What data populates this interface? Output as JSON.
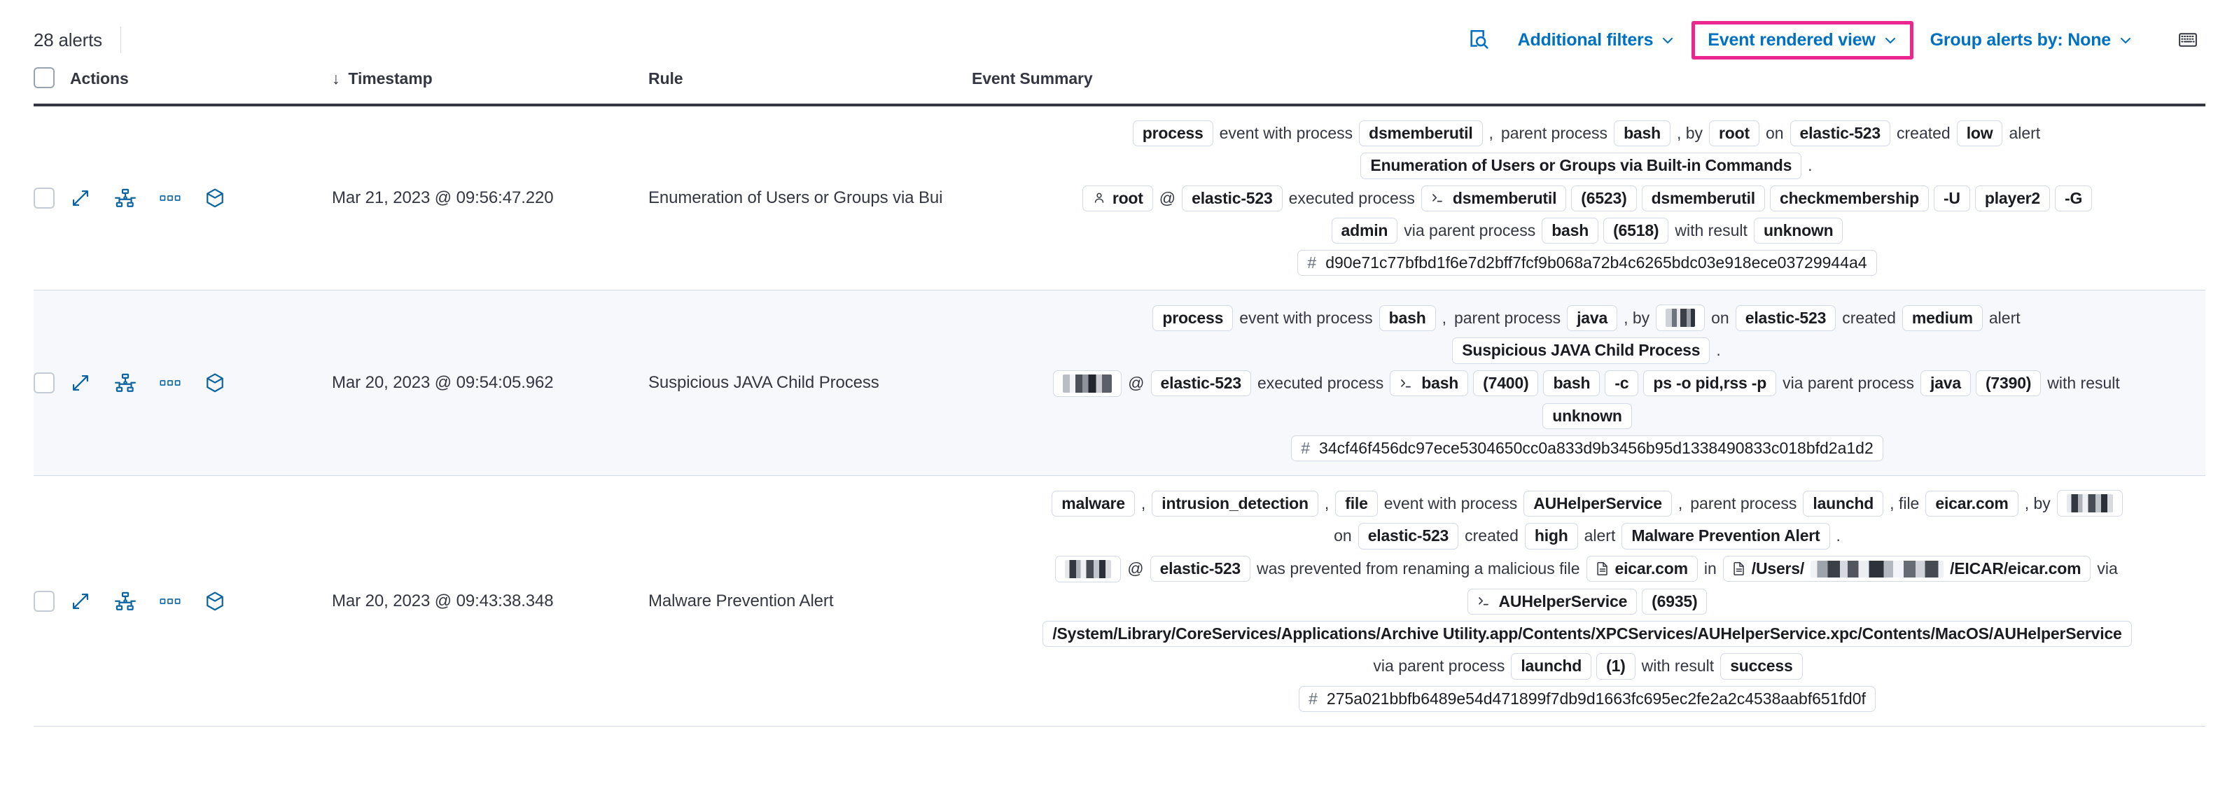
{
  "toolbar": {
    "alert_count": "28 alerts",
    "inspect_icon": "inspect-icon",
    "additional_filters": "Additional filters",
    "event_rendered_view": "Event rendered view",
    "group_alerts_by": "Group alerts by: None",
    "keyboard_icon": "keyboard-icon",
    "highlight_color": "#ec268f",
    "link_color": "#0071c2"
  },
  "table": {
    "headers": {
      "actions": "Actions",
      "timestamp": "Timestamp",
      "rule": "Rule",
      "event_summary": "Event Summary",
      "sort_indicator": "↓"
    },
    "row_actions": [
      "expand-icon",
      "analyzer-icon",
      "more-actions-icon",
      "session-view-icon"
    ],
    "rows": [
      {
        "timestamp": "Mar 21, 2023 @ 09:56:47.220",
        "rule": "Enumeration of Users or Groups via Bui",
        "summary_lines": [
          [
            {
              "t": "chip",
              "v": "process"
            },
            {
              "t": "txt",
              "v": "event with process"
            },
            {
              "t": "chip",
              "v": "dsmemberutil"
            },
            {
              "t": "txt",
              "v": ","
            },
            {
              "t": "txt",
              "v": "parent process"
            },
            {
              "t": "chip",
              "v": "bash"
            },
            {
              "t": "txt",
              "v": ", by"
            },
            {
              "t": "chip",
              "v": "root"
            },
            {
              "t": "txt",
              "v": "on"
            },
            {
              "t": "chip",
              "v": "elastic-523"
            },
            {
              "t": "txt",
              "v": "created"
            },
            {
              "t": "chip",
              "v": "low"
            },
            {
              "t": "txt",
              "v": "alert"
            }
          ],
          [
            {
              "t": "chip",
              "v": "Enumeration of Users or Groups via Built-in Commands"
            },
            {
              "t": "txt",
              "v": "."
            }
          ],
          [
            {
              "t": "chip",
              "v": "root",
              "icon": "user-icon"
            },
            {
              "t": "txt",
              "v": "@"
            },
            {
              "t": "chip",
              "v": "elastic-523"
            },
            {
              "t": "txt",
              "v": "executed process"
            },
            {
              "t": "chip",
              "v": "dsmemberutil",
              "icon": "console-icon"
            },
            {
              "t": "chip",
              "v": "(6523)"
            },
            {
              "t": "chip",
              "v": "dsmemberutil"
            },
            {
              "t": "chip",
              "v": "checkmembership"
            },
            {
              "t": "chip",
              "v": "-U"
            },
            {
              "t": "chip",
              "v": "player2"
            },
            {
              "t": "chip",
              "v": "-G"
            }
          ],
          [
            {
              "t": "chip",
              "v": "admin"
            },
            {
              "t": "txt",
              "v": "via parent process"
            },
            {
              "t": "chip",
              "v": "bash"
            },
            {
              "t": "chip",
              "v": "(6518)"
            },
            {
              "t": "txt",
              "v": "with result"
            },
            {
              "t": "chip",
              "v": "unknown"
            }
          ],
          [
            {
              "t": "hash",
              "v": "d90e71c77bfbd1f6e7d2bff7fcf9b068a72b4c6265bdc03e918ece03729944a4"
            }
          ]
        ]
      },
      {
        "timestamp": "Mar 20, 2023 @ 09:54:05.962",
        "rule": "Suspicious JAVA Child Process",
        "summary_lines": [
          [
            {
              "t": "chip",
              "v": "process"
            },
            {
              "t": "txt",
              "v": "event with process"
            },
            {
              "t": "chip",
              "v": "bash"
            },
            {
              "t": "txt",
              "v": ","
            },
            {
              "t": "txt",
              "v": "parent process"
            },
            {
              "t": "chip",
              "v": "java"
            },
            {
              "t": "txt",
              "v": ", by"
            },
            {
              "t": "redacted",
              "v": "",
              "style": "r1"
            },
            {
              "t": "txt",
              "v": "on"
            },
            {
              "t": "chip",
              "v": "elastic-523"
            },
            {
              "t": "txt",
              "v": "created"
            },
            {
              "t": "chip",
              "v": "medium"
            },
            {
              "t": "txt",
              "v": "alert"
            }
          ],
          [
            {
              "t": "chip",
              "v": "Suspicious JAVA Child Process"
            },
            {
              "t": "txt",
              "v": "."
            }
          ],
          [
            {
              "t": "redacted",
              "v": "",
              "style": "r2",
              "chipwrap": true
            },
            {
              "t": "txt",
              "v": "@"
            },
            {
              "t": "chip",
              "v": "elastic-523"
            },
            {
              "t": "txt",
              "v": "executed process"
            },
            {
              "t": "chip",
              "v": "bash",
              "icon": "console-icon"
            },
            {
              "t": "chip",
              "v": "(7400)"
            },
            {
              "t": "chip",
              "v": "bash"
            },
            {
              "t": "chip",
              "v": "-c"
            },
            {
              "t": "chip",
              "v": "ps -o pid,rss -p"
            },
            {
              "t": "txt",
              "v": "via parent process"
            },
            {
              "t": "chip",
              "v": "java"
            },
            {
              "t": "chip",
              "v": "(7390)"
            },
            {
              "t": "txt",
              "v": "with result"
            }
          ],
          [
            {
              "t": "chip",
              "v": "unknown"
            }
          ],
          [
            {
              "t": "hash",
              "v": "34cf46f456dc97ece5304650cc0a833d9b3456b95d1338490833c018bfd2a1d2"
            }
          ]
        ]
      },
      {
        "timestamp": "Mar 20, 2023 @ 09:43:38.348",
        "rule": "Malware Prevention Alert",
        "summary_lines": [
          [
            {
              "t": "chip",
              "v": "malware"
            },
            {
              "t": "txt",
              "v": ","
            },
            {
              "t": "chip",
              "v": "intrusion_detection"
            },
            {
              "t": "txt",
              "v": ","
            },
            {
              "t": "chip",
              "v": "file"
            },
            {
              "t": "txt",
              "v": "event with process"
            },
            {
              "t": "chip",
              "v": "AUHelperService"
            },
            {
              "t": "txt",
              "v": ","
            },
            {
              "t": "txt",
              "v": "parent process"
            },
            {
              "t": "chip",
              "v": "launchd"
            },
            {
              "t": "txt",
              "v": ", file"
            },
            {
              "t": "chip",
              "v": "eicar.com"
            },
            {
              "t": "txt",
              "v": ", by"
            },
            {
              "t": "redacted",
              "v": "",
              "style": "r3",
              "chipwrap": true
            }
          ],
          [
            {
              "t": "txt",
              "v": "on"
            },
            {
              "t": "chip",
              "v": "elastic-523"
            },
            {
              "t": "txt",
              "v": "created"
            },
            {
              "t": "chip",
              "v": "high"
            },
            {
              "t": "txt",
              "v": "alert"
            },
            {
              "t": "chip",
              "v": "Malware Prevention Alert"
            },
            {
              "t": "txt",
              "v": "."
            }
          ],
          [
            {
              "t": "redacted",
              "v": "",
              "style": "r3",
              "chipwrap": true
            },
            {
              "t": "txt",
              "v": "@"
            },
            {
              "t": "chip",
              "v": "elastic-523"
            },
            {
              "t": "txt",
              "v": "was prevented from renaming a malicious file"
            },
            {
              "t": "chip",
              "v": "eicar.com",
              "icon": "file-icon"
            },
            {
              "t": "txt",
              "v": "in"
            },
            {
              "t": "chippath",
              "v": "/Users/",
              "suffix": "/EICAR/eicar.com",
              "icon": "file-icon"
            },
            {
              "t": "txt",
              "v": "via"
            }
          ],
          [
            {
              "t": "chip",
              "v": "AUHelperService",
              "icon": "console-icon"
            },
            {
              "t": "chip",
              "v": "(6935)"
            }
          ],
          [
            {
              "t": "chip",
              "v": "/System/Library/CoreServices/Applications/Archive Utility.app/Contents/XPCServices/AUHelperService.xpc/Contents/MacOS/AUHelperService"
            }
          ],
          [
            {
              "t": "txt",
              "v": "via parent process"
            },
            {
              "t": "chip",
              "v": "launchd"
            },
            {
              "t": "chip",
              "v": "(1)"
            },
            {
              "t": "txt",
              "v": "with result"
            },
            {
              "t": "chip",
              "v": "success"
            }
          ],
          [
            {
              "t": "hash",
              "v": "275a021bbfb6489e54d471899f7db9d1663fc695ec2fe2a2c4538aabf651fd0f"
            }
          ]
        ]
      }
    ]
  }
}
